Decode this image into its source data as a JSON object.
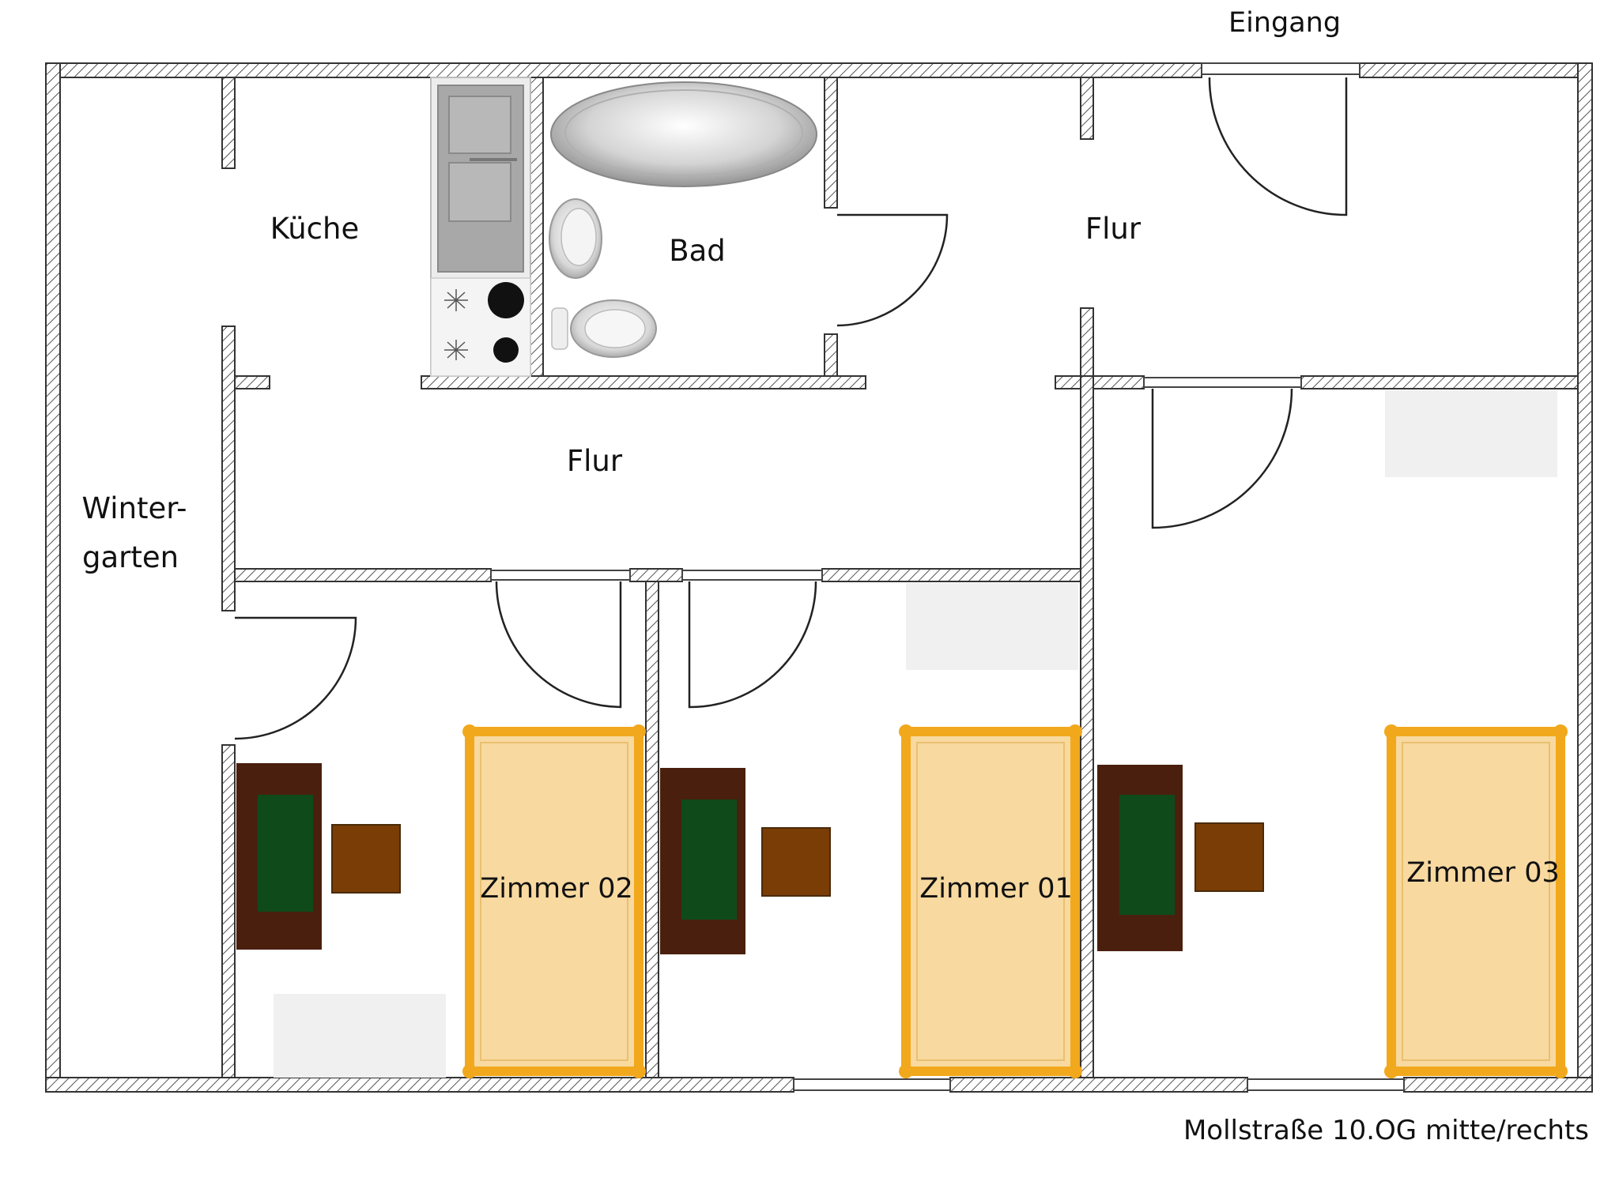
{
  "labels": {
    "entrance": "Eingang",
    "kitchen": "Küche",
    "bathroom": "Bad",
    "hall_upper": "Flur",
    "hall_lower": "Flur",
    "wintergarden_line1": "Winter-",
    "wintergarden_line2": "garten",
    "room_02": "Zimmer 02",
    "room_01": "Zimmer 01",
    "room_03": "Zimmer 03",
    "caption": "Mollstraße 10.OG mitte/rechts"
  },
  "colors": {
    "wall_hatch": "#555555",
    "bed_frame": "#f2a81c",
    "bed_mattress": "#f8d9a0",
    "desk_outer": "#4a1f0e",
    "desk_inner": "#0f4a1a",
    "chair": "#7a3d06",
    "wardrobe": "#f0f0f0"
  }
}
